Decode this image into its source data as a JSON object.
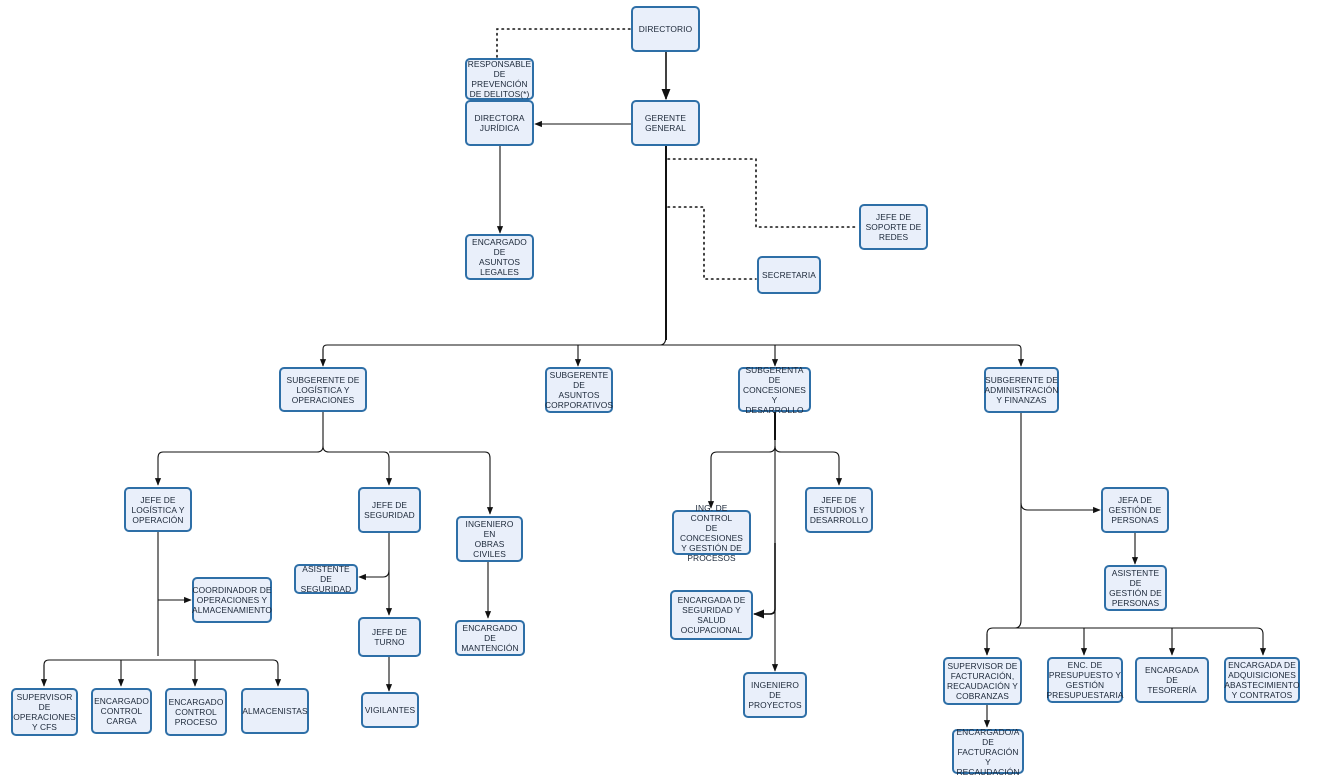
{
  "colors": {
    "box_fill": "#e9effa",
    "box_border": "#2e6fa7",
    "line": "#111111"
  },
  "nodes": {
    "directorio": "DIRECTORIO",
    "responsable": "RESPONSABLE\nDE PREVENCIÓN\nDE DELITOS(*)",
    "gerente": "GERENTE\nGENERAL",
    "directora": "DIRECTORA\nJURÍDICA",
    "legales": "ENCARGADO DE\nASUNTOS\nLEGALES",
    "soporte": "JEFE DE\nSOPORTE DE\nREDES",
    "secretaria": "SECRETARIA",
    "sub_logistica": "SUBGERENTE DE\nLOGÍSTICA Y\nOPERACIONES",
    "sub_corporativos": "SUBGERENTE DE\nASUNTOS\nCORPORATIVOS",
    "sub_concesiones": "SUBGERENTA DE\nCONCESIONES Y\nDESARROLLO",
    "sub_admin": "SUBGERENTE DE\nADMINISTRACIÓN\nY FINANZAS",
    "jefe_logistica": "JEFE DE\nLOGÍSTICA Y\nOPERACIÓN",
    "jefe_seguridad": "JEFE DE\nSEGURIDAD",
    "ingeniero_obras": "INGENIERO EN\nOBRAS CIVILES",
    "coordinador": "COORDINADOR DE\nOPERACIONES Y\nALMACENAMIENTO",
    "asistente_seguridad": "ASISTENTE DE\nSEGURIDAD",
    "jefe_turno": "JEFE DE\nTURNO",
    "vigilantes": "VIGILANTES",
    "mantencion": "ENCARGADO DE\nMANTENCIÓN",
    "supervisor_cfs": "SUPERVISOR DE\nOPERACIONES\nY CFS",
    "control_carga": "ENCARGADO\nCONTROL\nCARGA",
    "control_proceso": "ENCARGADO\nCONTROL\nPROCESO",
    "almacenistas": "ALMACENISTAS",
    "ing_control": "ING. DE CONTROL\nDE CONCESIONES\nY GESTIÓN DE\nPROCESOS",
    "jefe_estudios": "JEFE DE\nESTUDIOS Y\nDESARROLLO",
    "seguridad_salud": "ENCARGADA DE\nSEGURIDAD Y\nSALUD\nOCUPACIONAL",
    "ing_proyectos": "INGENIERO DE\nPROYECTOS",
    "jefa_personas": "JEFA DE\nGESTIÓN DE\nPERSONAS",
    "asistente_personas": "ASISTENTE DE\nGESTIÓN DE\nPERSONAS",
    "supervisor_fact": "SUPERVISOR DE\nFACTURACIÓN,\nRECAUDACIÓN Y\nCOBRANZAS",
    "enc_presupuesto": "ENC. DE\nPRESUPUESTO Y\nGESTIÓN\nPRESUPUESTARIA",
    "tesoreria": "ENCARGADA DE\nTESORERÍA",
    "adquisiciones": "ENCARGADA DE\nADQUISICIONES\nABASTECIMIENTO\nY CONTRATOS",
    "enc_facturacion": "ENCARGADO/A\nDE FACTURACIÓN\nY RECAUDACIÓN"
  }
}
